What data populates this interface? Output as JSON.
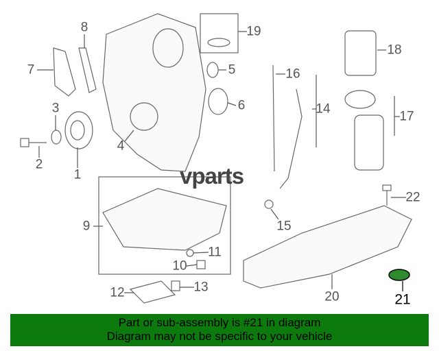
{
  "logo": {
    "text": "vparts"
  },
  "callouts": [
    "1",
    "2",
    "3",
    "4",
    "5",
    "6",
    "7",
    "8",
    "9",
    "10",
    "11",
    "12",
    "13",
    "14",
    "15",
    "16",
    "17",
    "18",
    "19",
    "20",
    "21",
    "22"
  ],
  "highlight": {
    "part": "21",
    "color": "#2e8b2e"
  },
  "banner": {
    "line1": "Part or sub-assembly is #21 in diagram",
    "line2": "Diagram may not be specific to your vehicle",
    "color": "#0c7a0c"
  }
}
